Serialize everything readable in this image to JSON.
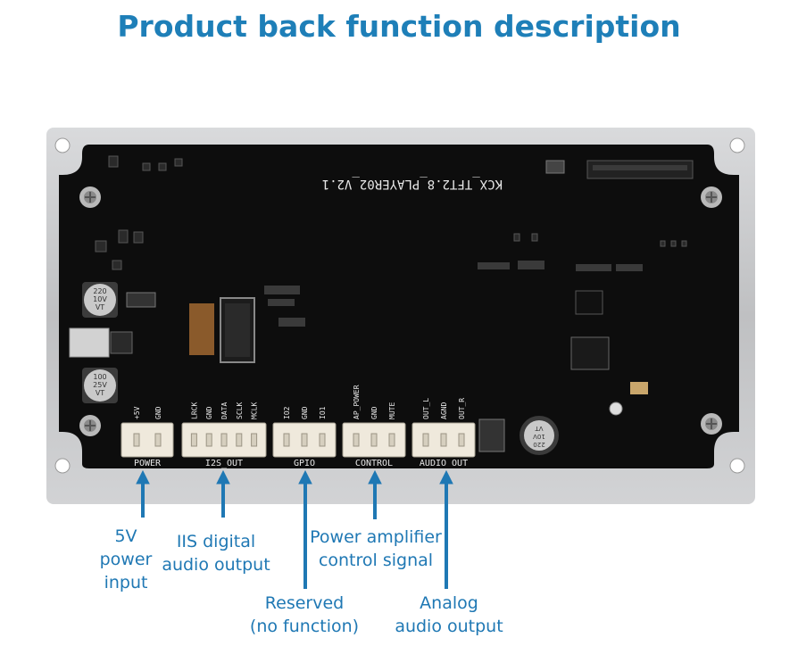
{
  "title": "Product back function description",
  "board": {
    "model": "KCX_TFT2.8_PLAYER02_V2.1",
    "capacitors": [
      "220\n10V\nVT",
      "100\n25V\nVT",
      "220\n10V\nVT"
    ]
  },
  "connectors": [
    {
      "label": "POWER",
      "pins": [
        "+5V",
        "GND"
      ]
    },
    {
      "label": "I2S_OUT",
      "pins": [
        "LRCK",
        "GND",
        "DATA",
        "SCLK",
        "MCLK"
      ]
    },
    {
      "label": "GPIO",
      "pins": [
        "IO2",
        "GND",
        "IO1"
      ]
    },
    {
      "label": "CONTROL",
      "pins": [
        "AP_POWER",
        "GND",
        "MUTE"
      ]
    },
    {
      "label": "AUDIO OUT",
      "pins": [
        "OUT_L",
        "AGND",
        "OUT_R"
      ]
    }
  ],
  "callouts": {
    "power": "5V\npower\ninput",
    "iis": "IIS digital\naudio output",
    "gpio": "Reserved\n(no function)",
    "control": "Power amplifier\ncontrol signal",
    "audio": "Analog\naudio output"
  },
  "colors": {
    "accent": "#1e7fb8",
    "pcb": "#0d0d0d",
    "frame": "#c9cacc"
  }
}
